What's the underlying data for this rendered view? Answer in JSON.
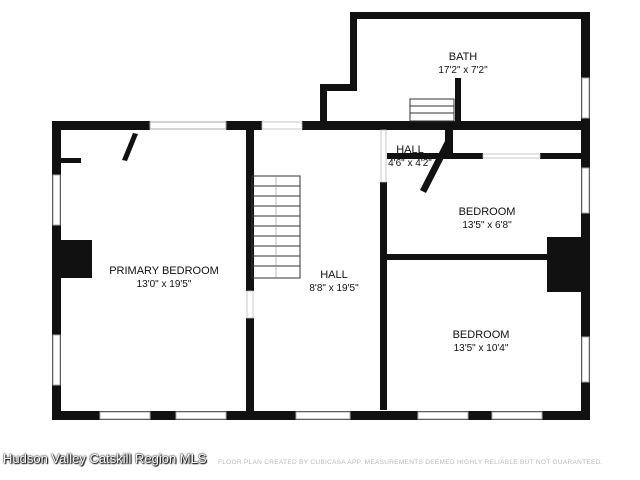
{
  "rooms": [
    {
      "name": "BATH",
      "dims": "17'2\" x 7'2\""
    },
    {
      "name": "HALL",
      "dims": "4'6\" x 4'2\""
    },
    {
      "name": "BEDROOM",
      "dims": "13'5\" x 6'8\""
    },
    {
      "name": "PRIMARY BEDROOM",
      "dims": "13'0\" x 19'5\""
    },
    {
      "name": "HALL",
      "dims": "8'8\" x 19'5\""
    },
    {
      "name": "BEDROOM",
      "dims": "13'5\" x 10'4\""
    }
  ],
  "watermark": "Hudson Valley Catskill Region MLS",
  "disclaimer": "FLOOR PLAN CREATED BY CUBICASA APP. MEASUREMENTS DEEMED HIGHLY RELIABLE BUT NOT GUARANTEED.",
  "colors": {
    "wall": "#111111",
    "window": "#cccccc",
    "background": "#ffffff"
  }
}
